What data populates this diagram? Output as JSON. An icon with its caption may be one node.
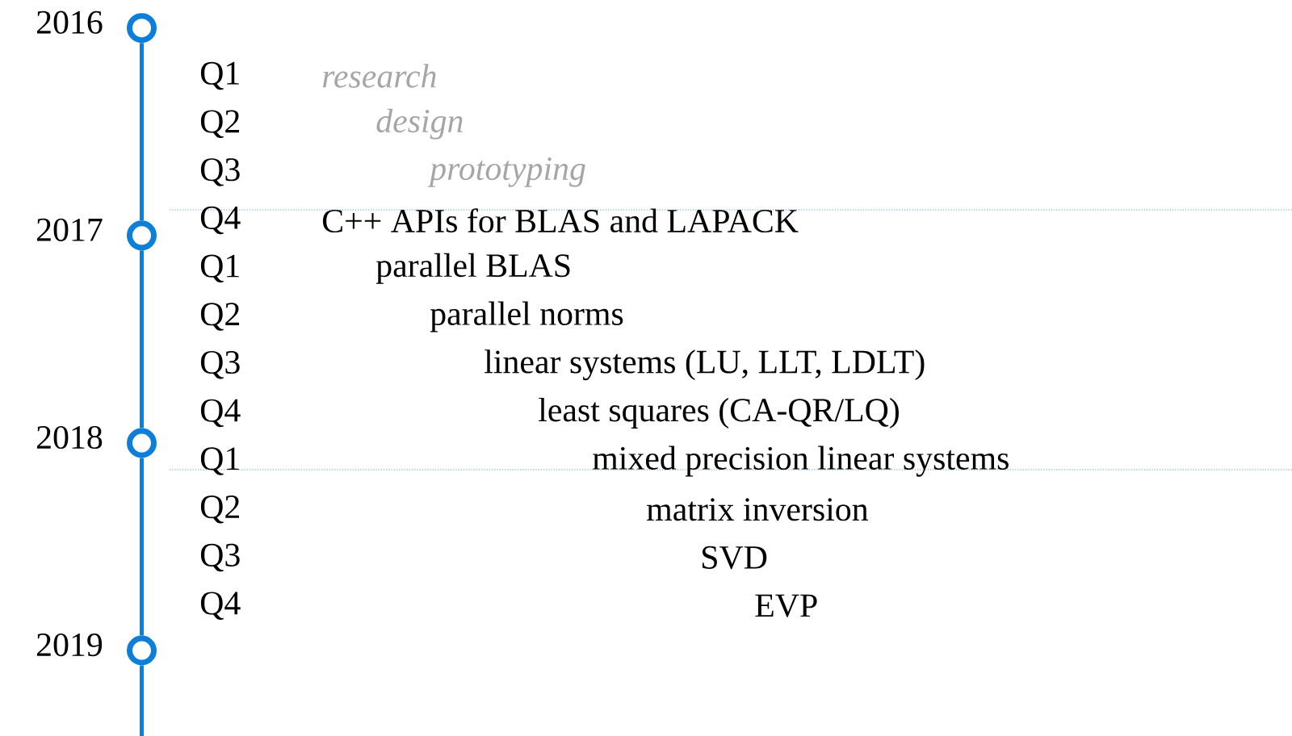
{
  "diagram": {
    "nodes": [
      {
        "text": [],
        "shape": "circle",
        "beside": [
          "2016"
        ]
      },
      {
        "text": [],
        "shape": "circle",
        "beside": [
          "2017"
        ]
      },
      {
        "text": [],
        "shape": "circle",
        "beside": [
          "2018"
        ]
      },
      {
        "text": [],
        "shape": "circle",
        "beside": [
          "2019"
        ]
      }
    ],
    "edges": [
      {
        "from": 0,
        "to": 1,
        "arrow": "none"
      },
      {
        "from": 1,
        "to": 2,
        "arrow": "none"
      },
      {
        "from": 2,
        "to": 3,
        "arrow": "none"
      },
      {
        "from": 3,
        "to": null,
        "arrow": "none"
      }
    ],
    "labels": [
      "Q1",
      "research",
      "Q2",
      "design",
      "Q3",
      "prototyping",
      "Q4",
      "C++ APIs for BLAS and LAPACK",
      "Q1",
      "parallel BLAS",
      "Q2",
      "parallel norms",
      "Q3",
      "linear systems (LU, LLT, LDLT)",
      "Q4",
      "least squares (CA-QR/LQ)",
      "Q1",
      "mixed precision linear systems",
      "Q2",
      "matrix inversion",
      "Q3",
      "SVD",
      "Q4",
      "EVP"
    ]
  }
}
